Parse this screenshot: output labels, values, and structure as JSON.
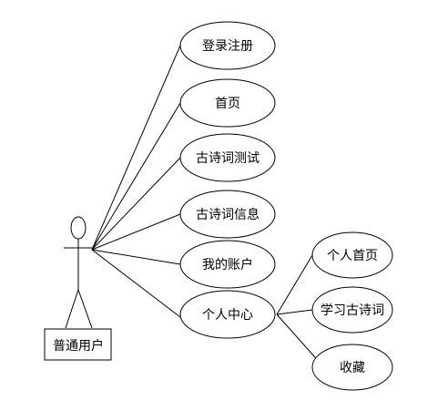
{
  "actor": {
    "label": "普通用户"
  },
  "use_cases": [
    {
      "id": "uc-1",
      "label": "登录注册"
    },
    {
      "id": "uc-2",
      "label": "首页"
    },
    {
      "id": "uc-3",
      "label": "古诗词测试"
    },
    {
      "id": "uc-4",
      "label": "古诗词信息"
    },
    {
      "id": "uc-5",
      "label": "我的账户"
    },
    {
      "id": "uc-6",
      "label": "个人中心"
    }
  ],
  "sub_use_cases": [
    {
      "id": "sub-1",
      "label": "个人首页"
    },
    {
      "id": "sub-2",
      "label": "学习古诗词"
    },
    {
      "id": "sub-3",
      "label": "收藏"
    }
  ]
}
